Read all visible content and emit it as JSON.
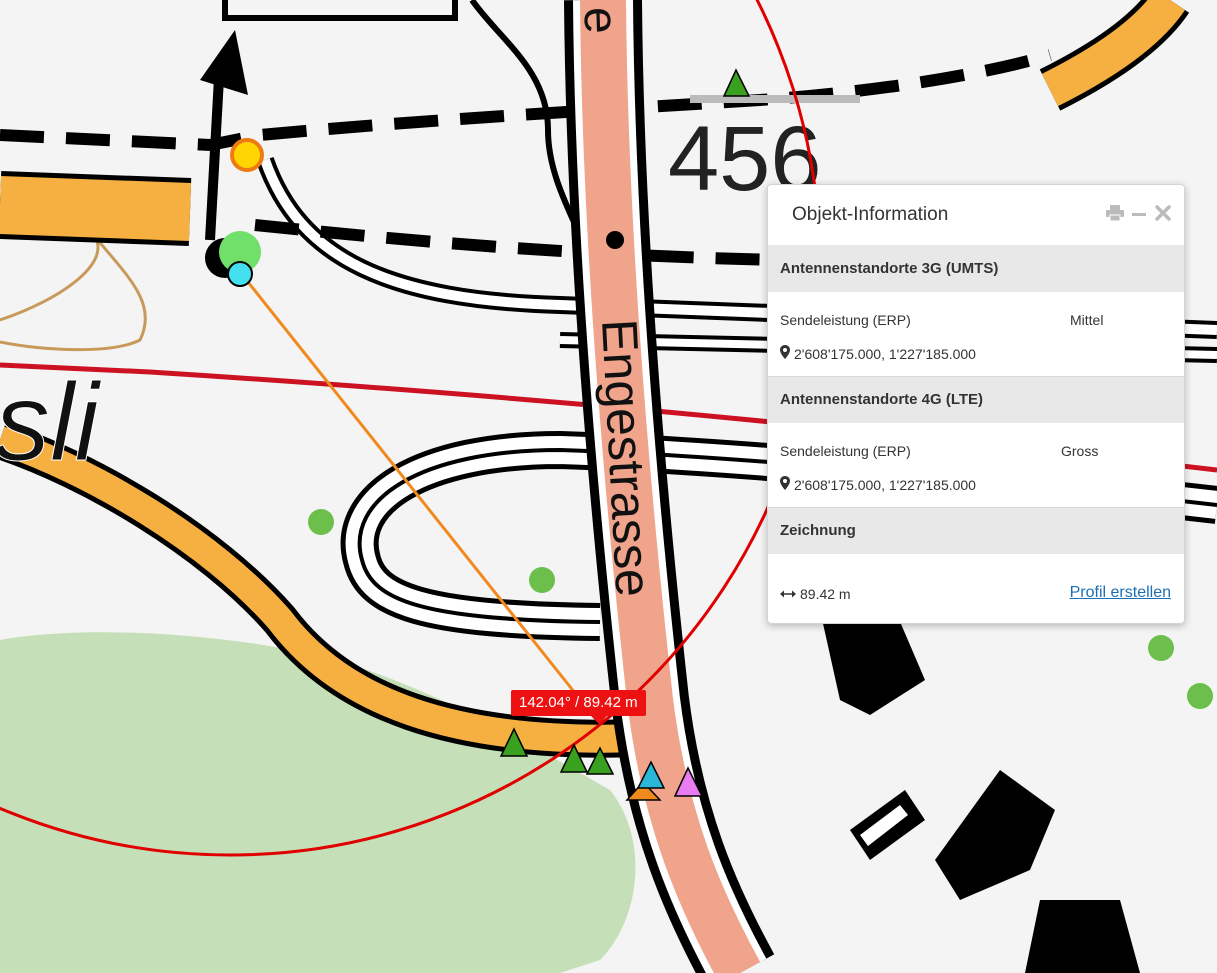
{
  "map": {
    "street_label": "Engestrasse",
    "street_partial": "e",
    "place_partial": "sli",
    "elevation_label": "456"
  },
  "measure": {
    "tooltip": "142.04° / 89.42 m"
  },
  "panel": {
    "title": "Objekt-Information",
    "sections": [
      {
        "header": "Antennenstandorte 3G (UMTS)",
        "label": "Sendeleistung (ERP)",
        "value": "Mittel",
        "coordinates": "2'608'175.000, 1'227'185.000"
      },
      {
        "header": "Antennenstandorte 4G (LTE)",
        "label": "Sendeleistung (ERP)",
        "value": "Gross",
        "coordinates": "2'608'175.000, 1'227'185.000"
      }
    ],
    "drawing": {
      "header": "Zeichnung",
      "distance": "89.42 m",
      "profile_link": "Profil erstellen"
    },
    "icons": [
      "print-icon",
      "minimize-icon",
      "close-icon",
      "map-marker-icon",
      "distance-icon"
    ]
  },
  "colors": {
    "main_road": "#f5b041",
    "street": "#f0a48c",
    "measure_line": "#f08a1e",
    "radius_circle": "#e00000",
    "forest": "#c5dfb8",
    "tooltip_bg": "#ee1111",
    "link": "#1a6fb5"
  }
}
